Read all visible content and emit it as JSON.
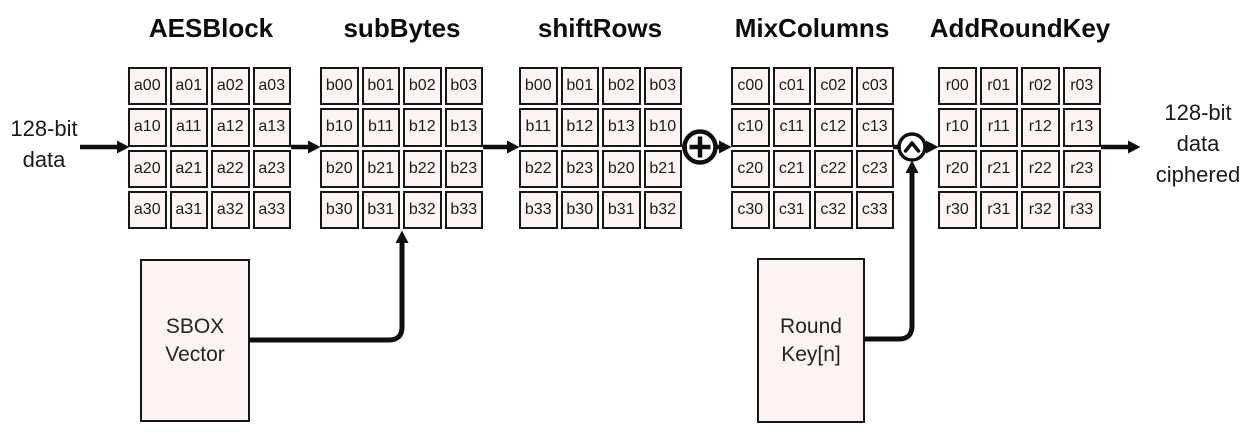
{
  "diagram": {
    "background": "#ffffff",
    "line_color": "#0f0f0f",
    "cell_fill": "#fbf4f2",
    "input_label": {
      "lines": [
        "128-bit",
        "data"
      ]
    },
    "output_label": {
      "lines": [
        "128-bit",
        "data",
        "ciphered"
      ]
    },
    "stages": [
      {
        "title": "AESBlock",
        "rows": [
          [
            "a00",
            "a01",
            "a02",
            "a03"
          ],
          [
            "a10",
            "a11",
            "a12",
            "a13"
          ],
          [
            "a20",
            "a21",
            "a22",
            "a23"
          ],
          [
            "a30",
            "a31",
            "a32",
            "a33"
          ]
        ]
      },
      {
        "title": "subBytes",
        "rows": [
          [
            "b00",
            "b01",
            "b02",
            "b03"
          ],
          [
            "b10",
            "b11",
            "b12",
            "b13"
          ],
          [
            "b20",
            "b21",
            "b22",
            "b23"
          ],
          [
            "b30",
            "b31",
            "b32",
            "b33"
          ]
        ]
      },
      {
        "title": "shiftRows",
        "rows": [
          [
            "b00",
            "b01",
            "b02",
            "b03"
          ],
          [
            "b11",
            "b12",
            "b13",
            "b10"
          ],
          [
            "b22",
            "b23",
            "b20",
            "b21"
          ],
          [
            "b33",
            "b30",
            "b31",
            "b32"
          ]
        ]
      },
      {
        "title": "MixColumns",
        "rows": [
          [
            "c00",
            "c01",
            "c02",
            "c03"
          ],
          [
            "c10",
            "c11",
            "c12",
            "c13"
          ],
          [
            "c20",
            "c21",
            "c22",
            "c23"
          ],
          [
            "c30",
            "c31",
            "c32",
            "c33"
          ]
        ]
      },
      {
        "title": "AddRoundKey",
        "rows": [
          [
            "r00",
            "r01",
            "r02",
            "r03"
          ],
          [
            "r10",
            "r11",
            "r12",
            "r13"
          ],
          [
            "r20",
            "r21",
            "r22",
            "r23"
          ],
          [
            "r30",
            "r31",
            "r32",
            "r33"
          ]
        ]
      }
    ],
    "operators": [
      {
        "name": "circle-plus-xor",
        "symbol": "⊕"
      },
      {
        "name": "circle-caret-xor",
        "symbol": "^"
      }
    ],
    "key_boxes": [
      {
        "name": "sbox-vector",
        "lines": [
          "SBOX",
          "Vector"
        ]
      },
      {
        "name": "round-key",
        "lines": [
          "Round",
          "Key[n]"
        ]
      }
    ]
  }
}
